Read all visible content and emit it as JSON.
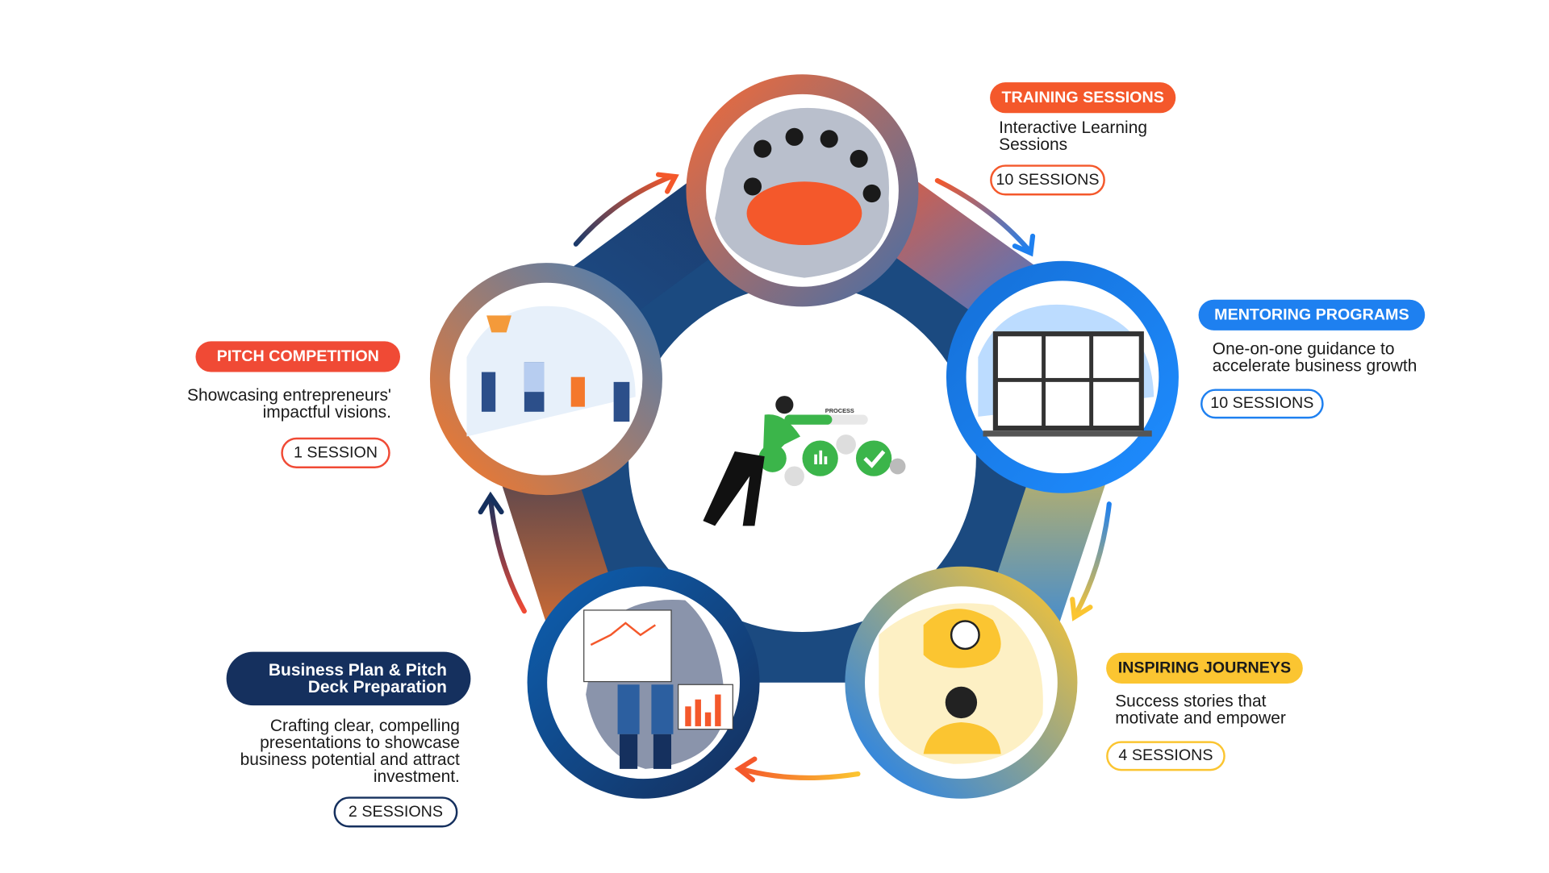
{
  "stages": [
    {
      "id": "training",
      "title": "TRAINING SESSIONS",
      "description": "Interactive Learning Sessions",
      "sessions": "10 SESSIONS",
      "color": "#f4582b"
    },
    {
      "id": "mentoring",
      "title": "MENTORING PROGRAMS",
      "description": "One-on-one guidance to accelerate business growth",
      "sessions": "10 SESSIONS",
      "color": "#1e80f0"
    },
    {
      "id": "inspiring",
      "title": "INSPIRING JOURNEYS",
      "description": "Success stories that motivate and empower",
      "sessions": "4 SESSIONS",
      "color": "#fbc531"
    },
    {
      "id": "business",
      "title": "Business Plan & Pitch Deck Preparation",
      "description": "Crafting clear, compelling presentations to showcase business potential and attract investment.",
      "sessions": "2 SESSIONS",
      "color": "#15305e"
    },
    {
      "id": "pitch",
      "title": "PITCH COMPETITION",
      "description": "Showcasing entrepreneurs' impactful visions.",
      "sessions": "1 SESSION",
      "color": "#f04a35"
    }
  ],
  "center": {
    "progress_label": "PROCESS"
  }
}
